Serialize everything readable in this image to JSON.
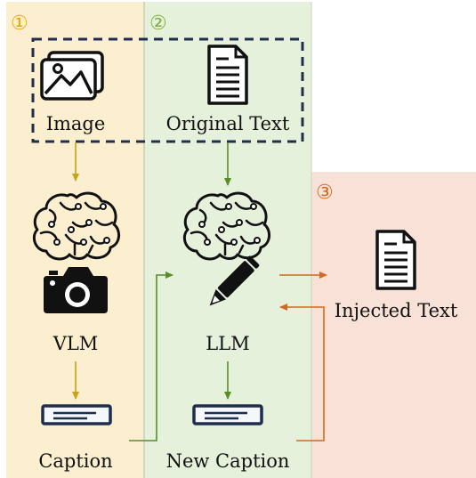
{
  "stages": [
    {
      "number": "①",
      "color": "#e8a900"
    },
    {
      "number": "②",
      "color": "#7fae3a"
    },
    {
      "number": "③",
      "color": "#d2691e"
    }
  ],
  "labels": {
    "image": "Image",
    "original_text": "Original Text",
    "vlm": "VLM",
    "llm": "LLM",
    "caption": "Caption",
    "new_caption": "New Caption",
    "injected_text": "Injected Text"
  },
  "icons": {
    "image": "image-icon",
    "original_text": "document-icon",
    "vlm_brain": "brain-icon",
    "vlm_camera": "camera-icon",
    "llm_brain": "brain-icon",
    "llm_pencil": "pencil-icon",
    "caption": "caption-bar-icon",
    "new_caption": "caption-bar-icon",
    "injected_text": "document-icon"
  },
  "colors": {
    "panel1_fill": "#fcefd0",
    "panel2_fill": "#e6f1dc",
    "panel3_fill": "#f8e1d7",
    "arrow1": "#c9a11a",
    "arrow2": "#5b8c2a",
    "arrow3": "#d2691e",
    "dashed_box": "#1f2e4d"
  }
}
